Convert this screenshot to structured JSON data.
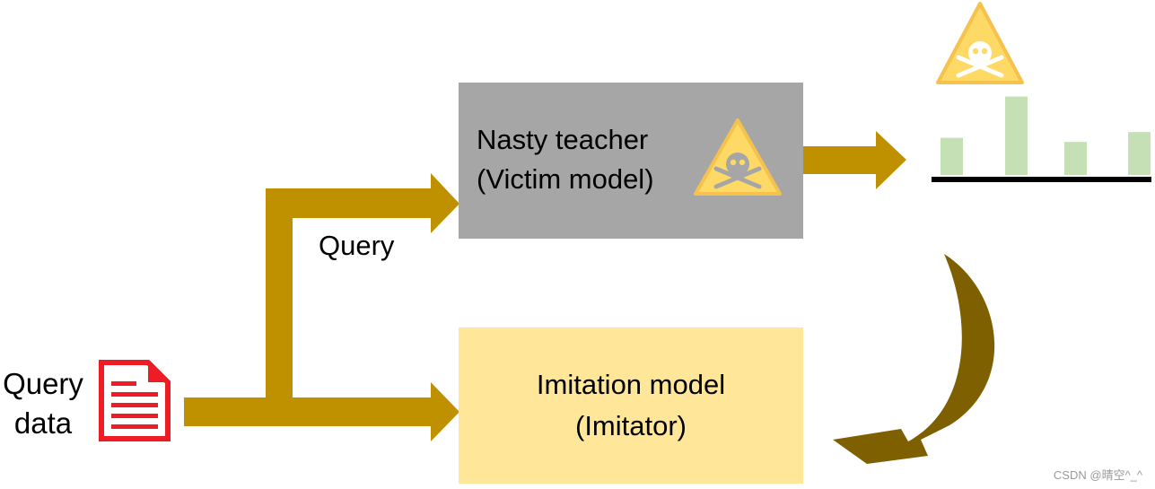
{
  "diagram": {
    "teacher_box": {
      "line1": "Nasty teacher",
      "line2": "(Victim model)",
      "color": "#a6a6a6"
    },
    "imitator_box": {
      "line1": "Imitation model",
      "line2": "(Imitator)",
      "color": "#ffe699"
    },
    "query_label": "Query",
    "query_data_label": {
      "line1": "Query",
      "line2": "data"
    },
    "top_cut_text": "...",
    "output_distribution": {
      "bar_values": [
        0.45,
        0.95,
        0.4,
        0.52
      ],
      "bar_color": "#c5e0b4"
    },
    "arrow_color": "#bf9000",
    "curved_arrow_color": "#6b5400",
    "icons": [
      "document-icon",
      "skull-warning-icon"
    ],
    "watermark": "CSDN @晴空^_^"
  }
}
